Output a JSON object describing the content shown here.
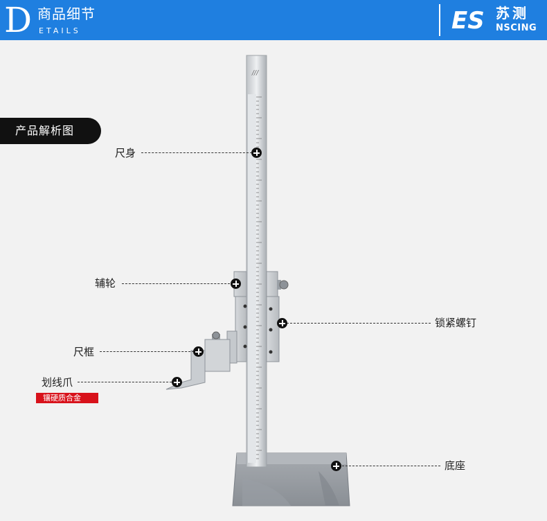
{
  "header": {
    "big_letter": "D",
    "title": "商品细节",
    "subtitle": "ETAILS",
    "logo_mark": "ES",
    "logo_cn": "苏测",
    "logo_en": "NSCING",
    "background": "#1f7fe0"
  },
  "section": {
    "label": "产品解析图"
  },
  "callouts": {
    "ruler_body": "尺身",
    "fine_wheel": "辅轮",
    "frame": "尺框",
    "scriber": "划线爪",
    "scriber_note": "镶硬质合金",
    "lock_screw": "锁紧螺钉",
    "base": "底座"
  },
  "colors": {
    "accent_red": "#d8121b",
    "marker": "#111111"
  }
}
